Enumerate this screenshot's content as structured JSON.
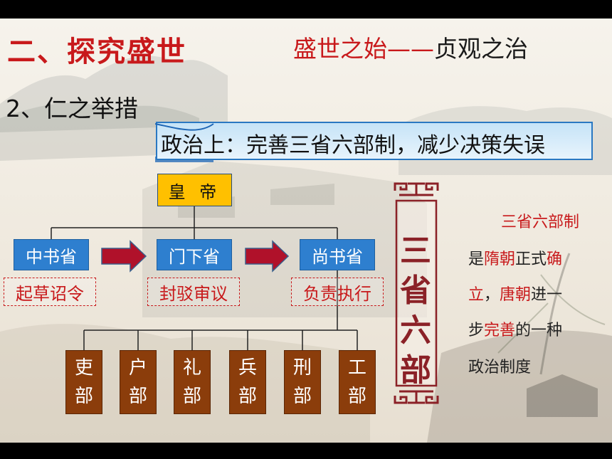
{
  "header": {
    "section_title": "二、探究盛世",
    "title_part1": "盛世之始",
    "title_sep": "——",
    "title_part2": "贞观之治"
  },
  "subtitle": "2、仁之举措",
  "banner": {
    "text": "政治上：完善三省六部制，减少决策失误"
  },
  "diagram": {
    "emperor": "皇 帝",
    "provinces": [
      {
        "name": "中书省",
        "role": "起草诏令"
      },
      {
        "name": "门下省",
        "role": "封驳审议"
      },
      {
        "name": "尚书省",
        "role": "负责执行"
      }
    ],
    "ministries": [
      {
        "top": "吏",
        "bottom": "部"
      },
      {
        "top": "户",
        "bottom": "部"
      },
      {
        "top": "礼",
        "bottom": "部"
      },
      {
        "top": "兵",
        "bottom": "部"
      },
      {
        "top": "刑",
        "bottom": "部"
      },
      {
        "top": "工",
        "bottom": "部"
      }
    ]
  },
  "seal": {
    "chars": [
      "三",
      "省",
      "六",
      "部"
    ]
  },
  "note": {
    "title": "三省六部制",
    "line1_a": "是",
    "line1_b": "隋朝",
    "line1_c": "正式",
    "line1_d": "确",
    "line2_a": "立",
    "line2_b": "，",
    "line2_c": "唐朝",
    "line2_d": "进一",
    "line3_a": "步",
    "line3_b": "完善",
    "line3_c": "的一种",
    "line4": "政治制度"
  },
  "colors": {
    "red": "#c8191b",
    "blue": "#2e7fcf",
    "gold": "#ffc000",
    "brown": "#8b3d0b",
    "arrow": "#b0112a"
  }
}
